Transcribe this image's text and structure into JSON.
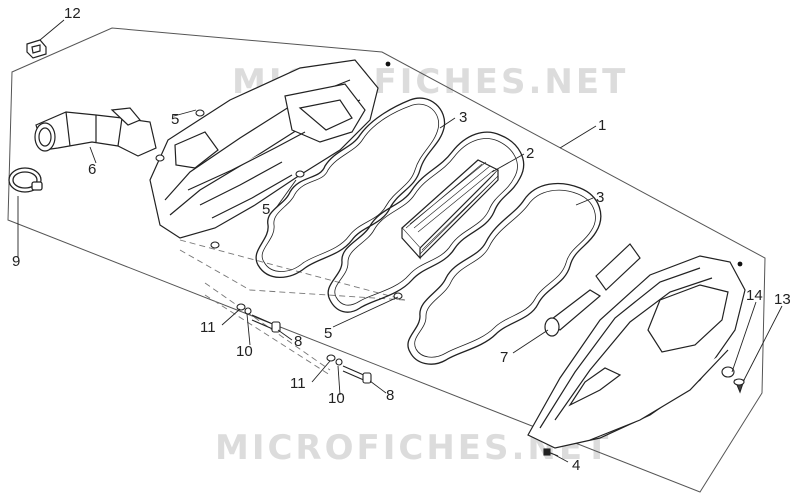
{
  "watermarks": [
    "MICROFICHES.NET",
    "MICROFICHES.NET"
  ],
  "callouts": [
    {
      "id": "c1",
      "text": "1"
    },
    {
      "id": "c2",
      "text": "2"
    },
    {
      "id": "c3a",
      "text": "3"
    },
    {
      "id": "c3b",
      "text": "3"
    },
    {
      "id": "c4",
      "text": "4"
    },
    {
      "id": "c5a",
      "text": "5"
    },
    {
      "id": "c5b",
      "text": "5"
    },
    {
      "id": "c5c",
      "text": "5"
    },
    {
      "id": "c6",
      "text": "6"
    },
    {
      "id": "c7",
      "text": "7"
    },
    {
      "id": "c8a",
      "text": "8"
    },
    {
      "id": "c8b",
      "text": "8"
    },
    {
      "id": "c9",
      "text": "9"
    },
    {
      "id": "c10a",
      "text": "10"
    },
    {
      "id": "c10b",
      "text": "10"
    },
    {
      "id": "c11a",
      "text": "11"
    },
    {
      "id": "c11b",
      "text": "11"
    },
    {
      "id": "c12",
      "text": "12"
    },
    {
      "id": "c13",
      "text": "13"
    },
    {
      "id": "c14",
      "text": "14"
    }
  ]
}
